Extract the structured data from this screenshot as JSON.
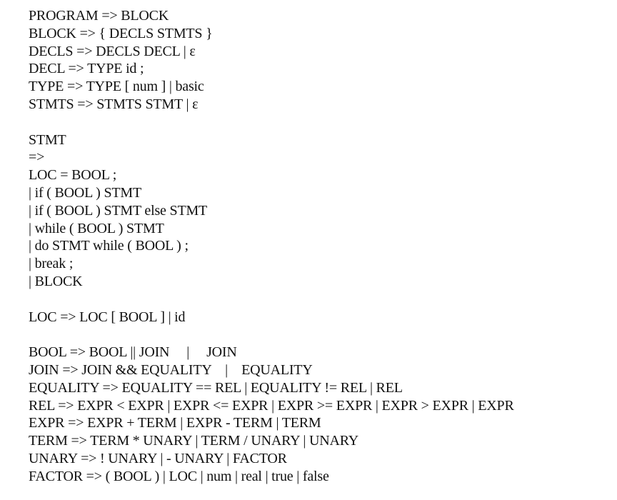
{
  "grammar": {
    "block1": [
      "PROGRAM => BLOCK",
      "BLOCK => { DECLS STMTS }",
      "DECLS => DECLS DECL | ε",
      "DECL => TYPE id ;",
      "TYPE => TYPE [ num ] | basic",
      "STMTS => STMTS STMT | ε"
    ],
    "block2": [
      "STMT",
      "=>",
      "LOC = BOOL ;",
      "| if ( BOOL ) STMT",
      "| if ( BOOL ) STMT else STMT",
      "| while ( BOOL ) STMT",
      "| do STMT while ( BOOL ) ;",
      "| break ;",
      "| BLOCK"
    ],
    "block3": [
      "LOC => LOC [ BOOL ] | id"
    ],
    "block4": [
      "BOOL => BOOL || JOIN     |     JOIN",
      "JOIN => JOIN && EQUALITY    |    EQUALITY",
      "EQUALITY => EQUALITY == REL | EQUALITY != REL | REL",
      "REL => EXPR < EXPR | EXPR <= EXPR | EXPR >= EXPR | EXPR > EXPR | EXPR",
      "EXPR => EXPR + TERM | EXPR - TERM | TERM",
      "TERM => TERM * UNARY | TERM / UNARY | UNARY",
      "UNARY => ! UNARY | - UNARY | FACTOR",
      "FACTOR => ( BOOL ) | LOC | num | real | true | false"
    ]
  }
}
